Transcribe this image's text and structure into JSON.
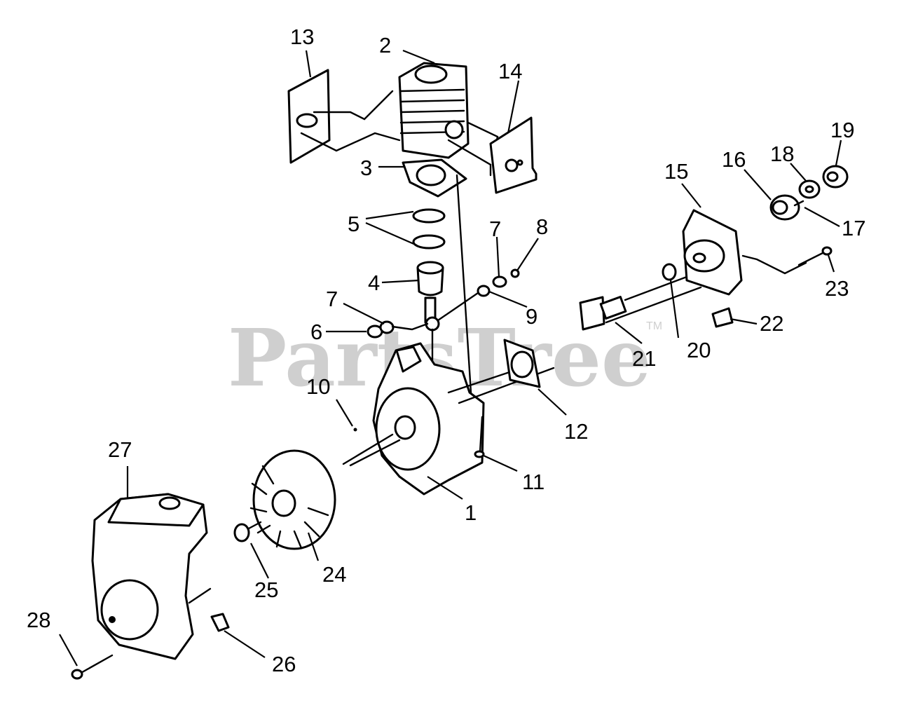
{
  "watermark": {
    "text": "PartsTree",
    "trademark": "TM"
  },
  "callouts": {
    "n1": "1",
    "n2": "2",
    "n3": "3",
    "n4": "4",
    "n5": "5",
    "n6": "6",
    "n7a": "7",
    "n7b": "7",
    "n8": "8",
    "n9": "9",
    "n10": "10",
    "n11": "11",
    "n12": "12",
    "n13": "13",
    "n14": "14",
    "n15": "15",
    "n16": "16",
    "n17": "17",
    "n18": "18",
    "n19": "19",
    "n20": "20",
    "n21": "21",
    "n22": "22",
    "n23": "23",
    "n24": "24",
    "n25": "25",
    "n26": "26",
    "n27": "27",
    "n28": "28"
  }
}
